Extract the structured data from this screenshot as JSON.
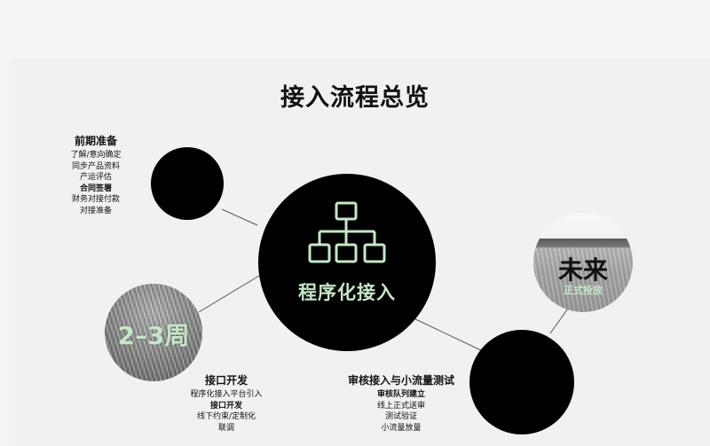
{
  "title": "接入流程总览",
  "main": {
    "label": "程序化接入",
    "icon": "org-chart-icon"
  },
  "prep": {
    "heading": "前期准备",
    "lines": [
      "了解/意向确定",
      "同步产品资料",
      "产运评估",
      "合同签署",
      "财务对接付款",
      "对接准备"
    ]
  },
  "api": {
    "badge": "2–3周",
    "heading": "接口开发",
    "lines": [
      "程序化接入平台引入",
      "接口开发",
      "线下约束/定制化",
      "联调"
    ]
  },
  "review": {
    "heading": "审核接入与小流量测试",
    "lines": [
      "审核队列建立",
      "线上正式送审",
      "测试验证",
      "小流量放量"
    ]
  },
  "future": {
    "title": "未来",
    "subtitle": "正式投放"
  },
  "colors": {
    "accent_green": "#c6e6c8",
    "circle": "#000000",
    "background": "#f1f1f1"
  }
}
